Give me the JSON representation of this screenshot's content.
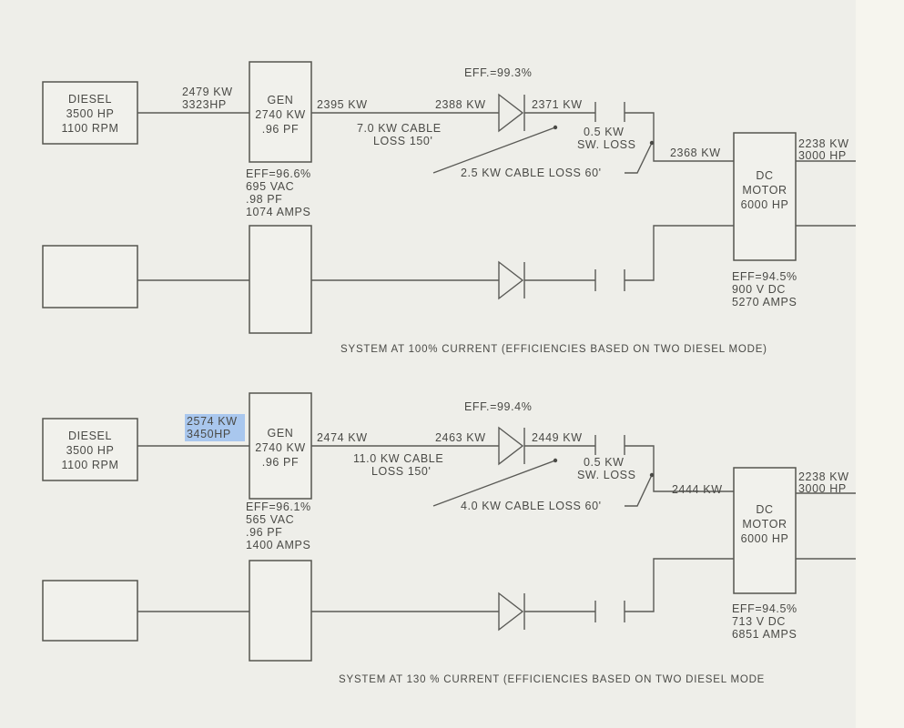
{
  "diagrams": [
    {
      "diesel": {
        "l1": "DIESEL",
        "l2": "3500 HP",
        "l3": "1100 RPM"
      },
      "input": {
        "kw": "2479 KW",
        "hp": "3323HP",
        "highlighted": false
      },
      "gen": {
        "l1": "GEN",
        "l2": "2740 KW",
        "l3": ".96 PF"
      },
      "gen_stats": [
        "EFF=96.6%",
        "695 VAC",
        ".98 PF",
        "1074 AMPS"
      ],
      "gen_out": "2395 KW",
      "cable": {
        "l1": "7.0 KW CABLE",
        "l2": "LOSS 150'"
      },
      "rect_eff": "EFF.=99.3%",
      "rect_in": "2388 KW",
      "rect_out": "2371 KW",
      "sw_loss": {
        "l1": "0.5 KW",
        "l2": "SW. LOSS"
      },
      "cable2": "2.5 KW CABLE LOSS 60'",
      "motor_in": "2368 KW",
      "motor": {
        "l1": "DC",
        "l2": "MOTOR",
        "l3": "6000 HP"
      },
      "motor_out": {
        "kw": "2238 KW",
        "hp": "3000 HP"
      },
      "motor_stats": [
        "EFF=94.5%",
        "900 V DC",
        "5270 AMPS"
      ],
      "caption": "SYSTEM AT 100% CURRENT (EFFICIENCIES BASED ON TWO DIESEL MODE)"
    },
    {
      "diesel": {
        "l1": "DIESEL",
        "l2": "3500 HP",
        "l3": "1100 RPM"
      },
      "input": {
        "kw": "2574 KW",
        "hp": "3450HP",
        "highlighted": true
      },
      "gen": {
        "l1": "GEN",
        "l2": "2740 KW",
        "l3": ".96 PF"
      },
      "gen_stats": [
        "EFF=96.1%",
        "565 VAC",
        ".96 PF",
        "1400 AMPS"
      ],
      "gen_out": "2474 KW",
      "cable": {
        "l1": "11.0 KW CABLE",
        "l2": "LOSS 150'"
      },
      "rect_eff": "EFF.=99.4%",
      "rect_in": "2463 KW",
      "rect_out": "2449 KW",
      "sw_loss": {
        "l1": "0.5 KW",
        "l2": "SW. LOSS"
      },
      "cable2": "4.0 KW CABLE LOSS 60'",
      "motor_in": "2444 KW",
      "motor": {
        "l1": "DC",
        "l2": "MOTOR",
        "l3": "6000 HP"
      },
      "motor_out": {
        "kw": "2238 KW",
        "hp": "3000 HP"
      },
      "motor_stats": [
        "EFF=94.5%",
        "713 V DC",
        "6851 AMPS"
      ],
      "caption": "SYSTEM AT 130 % CURRENT (EFFICIENCIES BASED ON TWO DIESEL MODE"
    }
  ]
}
